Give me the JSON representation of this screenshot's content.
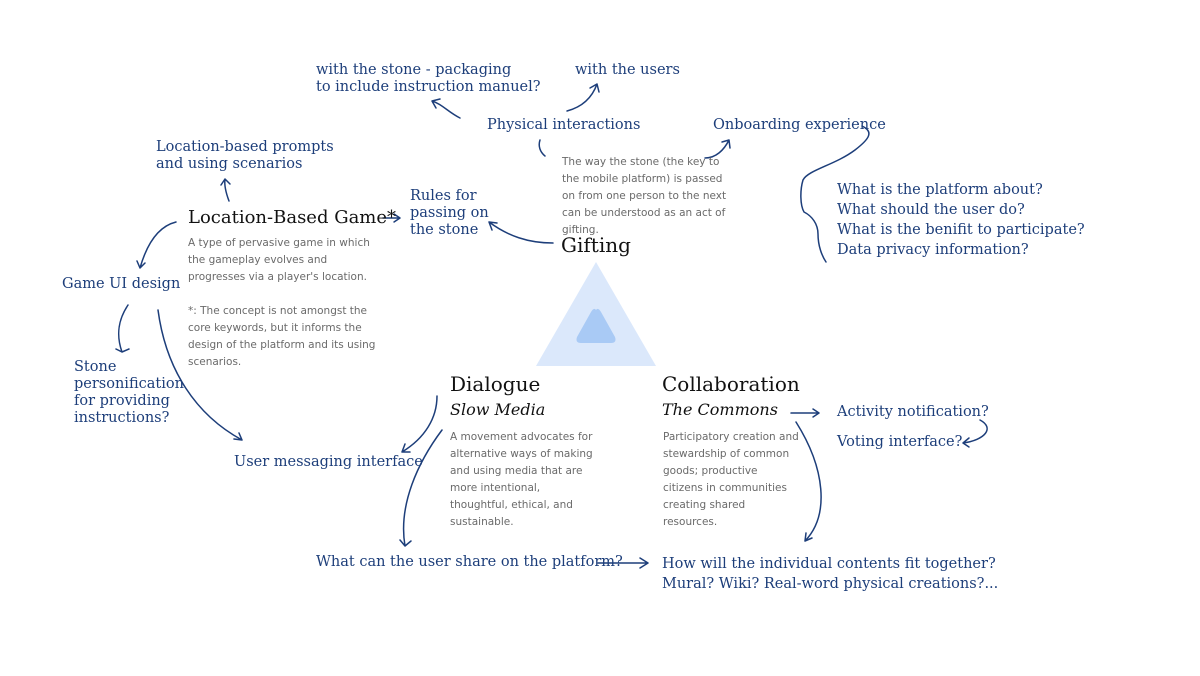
{
  "nodes": {
    "gifting": {
      "title": "Gifting",
      "description": "The way the stone (the key to the mobile platform) is passed on from one person to the next can be understood as an act of gifting."
    },
    "location_game": {
      "title": "Location-Based Game*",
      "description": "A type of pervasive game in which the gameplay evolves and progresses via a player's location.",
      "footnote": "*: The concept is not amongst the core keywords, but it informs the design of the platform and its using scenarios."
    },
    "dialogue": {
      "title": "Dialogue",
      "subtitle": "Slow Media",
      "description": "A movement advocates for alternative ways of making and using media that are more intentional, thoughtful, ethical, and sustainable."
    },
    "collaboration": {
      "title": "Collaboration",
      "subtitle": "The Commons",
      "description": "Participatory creation and stewardship of common goods; productive citizens in communities creating shared resources."
    }
  },
  "notes": {
    "stone_packaging": "with the stone - packaging\nto include instruction manuel?",
    "with_users": "with the users",
    "physical_interactions": "Physical interactions",
    "onboarding": "Onboarding experience",
    "location_prompts": "Location-based prompts\nand using scenarios",
    "rules_passing": "Rules for\npassing on\nthe stone",
    "game_ui": "Game UI design",
    "stone_personification": "Stone\npersonification\nfor providing\ninstructions?",
    "user_messaging": "User messaging interface",
    "activity_notification": "Activity notification?",
    "voting_interface": "Voting interface?",
    "user_share": "What can the user share on the platform?",
    "contents_fit": "How will the individual contents fit together?\nMural? Wiki? Real-word physical creations?..."
  },
  "onboarding_questions": [
    "What is the platform about?",
    "What should the user do?",
    "What is the benifit to participate?",
    "Data privacy information?"
  ],
  "colors": {
    "ink": "#1d3e7a",
    "title": "#111111",
    "description": "#6a6a6a",
    "triangle_outer": "#dbe8fb",
    "triangle_inner": "#a9caf5"
  }
}
